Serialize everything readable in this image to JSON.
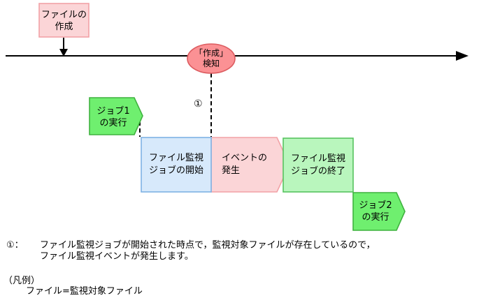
{
  "diagram": {
    "nodes": {
      "file_creation": {
        "label": "ファイルの\n作成"
      },
      "detection": {
        "label": "「作成」\n検知"
      },
      "job1": {
        "label": "ジョブ1\nの実行"
      },
      "monitor_start": {
        "label": "ファイル監視\nジョブの開始"
      },
      "event": {
        "label": "イベントの\n発生"
      },
      "monitor_end": {
        "label": "ファイル監視\nジョブの終了"
      },
      "job2": {
        "label": "ジョブ2\nの実行"
      }
    },
    "annotations": {
      "marker": "①",
      "note_marker": "①：",
      "note_text": "ファイル監視ジョブが開始された時点で，監視対象ファイルが存在しているので，\nファイル監視イベントが発生します。",
      "legend_title": "（凡例）",
      "legend_text": "ファイル=監視対象ファイル"
    },
    "colors": {
      "pink_fill": "#FBD5D7",
      "pink_border": "#F2A2A6",
      "salmon_fill": "#FB9194",
      "salmon_border": "#DC5B5F",
      "blue_fill": "#D7E9FB",
      "blue_border": "#7FB2E4",
      "light_green_fill": "#B9F6BD",
      "light_green_border": "#57C35F",
      "green_fill": "#6FEF6F",
      "green_border": "#3FB23F",
      "line_color": "#000000"
    }
  }
}
